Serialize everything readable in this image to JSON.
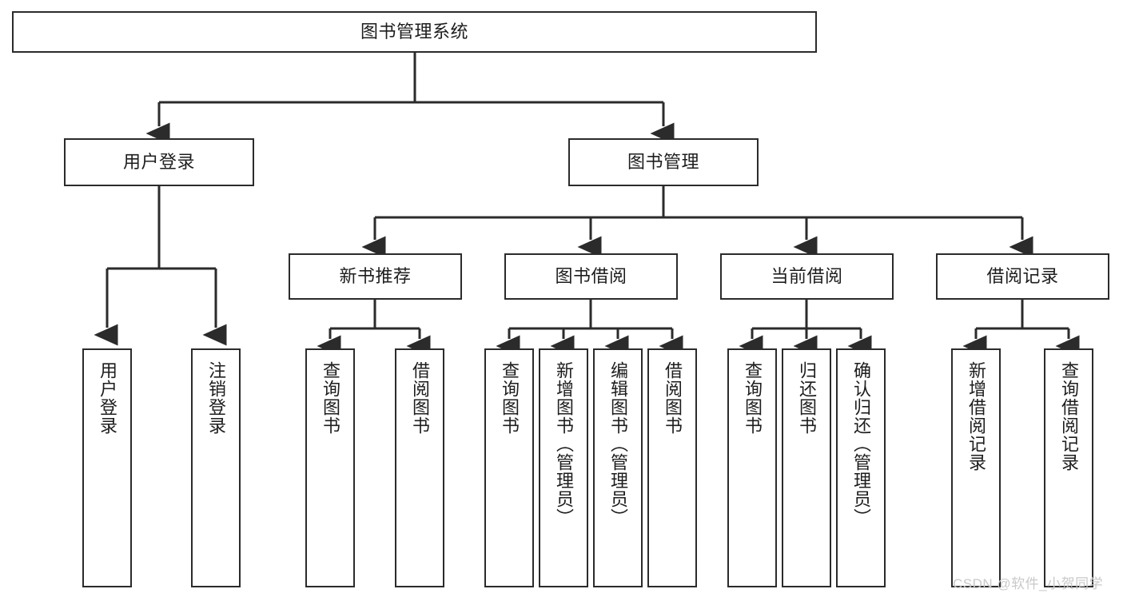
{
  "diagram": {
    "title": "图书管理系统",
    "type": "tree-hierarchy",
    "orientation": "top-down",
    "colors": {
      "box_border": "#2b2b2b",
      "box_fill": "#ffffff",
      "connector": "#2b2b2b",
      "text": "#1d1d1d",
      "watermark": "#c9c9c9",
      "background": "#ffffff"
    },
    "root": {
      "label": "图书管理系统"
    },
    "level2": [
      {
        "label": "用户登录"
      },
      {
        "label": "图书管理"
      }
    ],
    "level3": [
      {
        "label": "新书推荐"
      },
      {
        "label": "图书借阅"
      },
      {
        "label": "当前借阅"
      },
      {
        "label": "借阅记录"
      }
    ],
    "leaves": {
      "user_login": [
        {
          "label": "用户登录"
        },
        {
          "label": "注销登录"
        }
      ],
      "new_book_recommend": [
        {
          "label": "查询图书"
        },
        {
          "label": "借阅图书"
        }
      ],
      "book_borrow": [
        {
          "label": "查询图书"
        },
        {
          "label": "新增图书（管理员）"
        },
        {
          "label": "编辑图书（管理员）"
        },
        {
          "label": "借阅图书"
        }
      ],
      "current_borrow": [
        {
          "label": "查询图书"
        },
        {
          "label": "归还图书"
        },
        {
          "label": "确认归还（管理员）"
        }
      ],
      "borrow_record": [
        {
          "label": "新增借阅记录"
        },
        {
          "label": "查询借阅记录"
        }
      ]
    }
  },
  "watermark": {
    "text": "CSDN @软件_小贺同学"
  }
}
